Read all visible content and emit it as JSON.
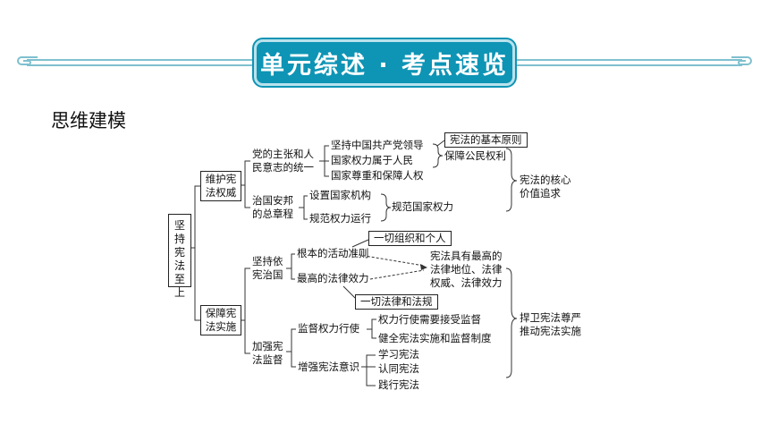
{
  "banner": {
    "title": "单元综述 · 考点速览"
  },
  "section_title": "思维建模",
  "colors": {
    "banner_bg": "#0e94b5",
    "banner_line": "#7fc0cf"
  },
  "diagram": {
    "root": "坚持宪法至上",
    "protect_authority": {
      "label": "维护宪法权威",
      "party_will": "党的主张和人民意志的统一",
      "uphold_party": "坚持中国共产党领导",
      "power_people": "国家权力属于人民",
      "respect_rights": "国家尊重和保障人权",
      "basic_principle": "宪法的基本原则",
      "protect_rights": "保障公民权利",
      "charter": "治国安邦的总章程",
      "set_agencies": "设置国家机构",
      "regulate_power": "规范权力运行",
      "standardize_power": "规范国家权力",
      "core_values": "宪法的核心价值追求"
    },
    "ensure_implementation": {
      "label": "保障宪法实施",
      "rule_by_constitution": "坚持依宪治国",
      "fundamental_norm": "根本的活动准则",
      "all_orgs": "一切组织和个人",
      "highest_effect": "最高的法律效力",
      "all_laws": "一切法律和法规",
      "supreme_status": "宪法具有最高的法律地位、法律权威、法律效力",
      "strengthen_supervision": "加强宪法监督",
      "supervise_power": "监督权力行使",
      "power_supervised": "权力行使需要接受监督",
      "improve_system": "健全宪法实施和监督制度",
      "enhance_awareness": "增强宪法意识",
      "learn": "学习宪法",
      "identify": "认同宪法",
      "practice": "践行宪法",
      "defend_dignity": "捍卫宪法尊严推动宪法实施"
    }
  }
}
